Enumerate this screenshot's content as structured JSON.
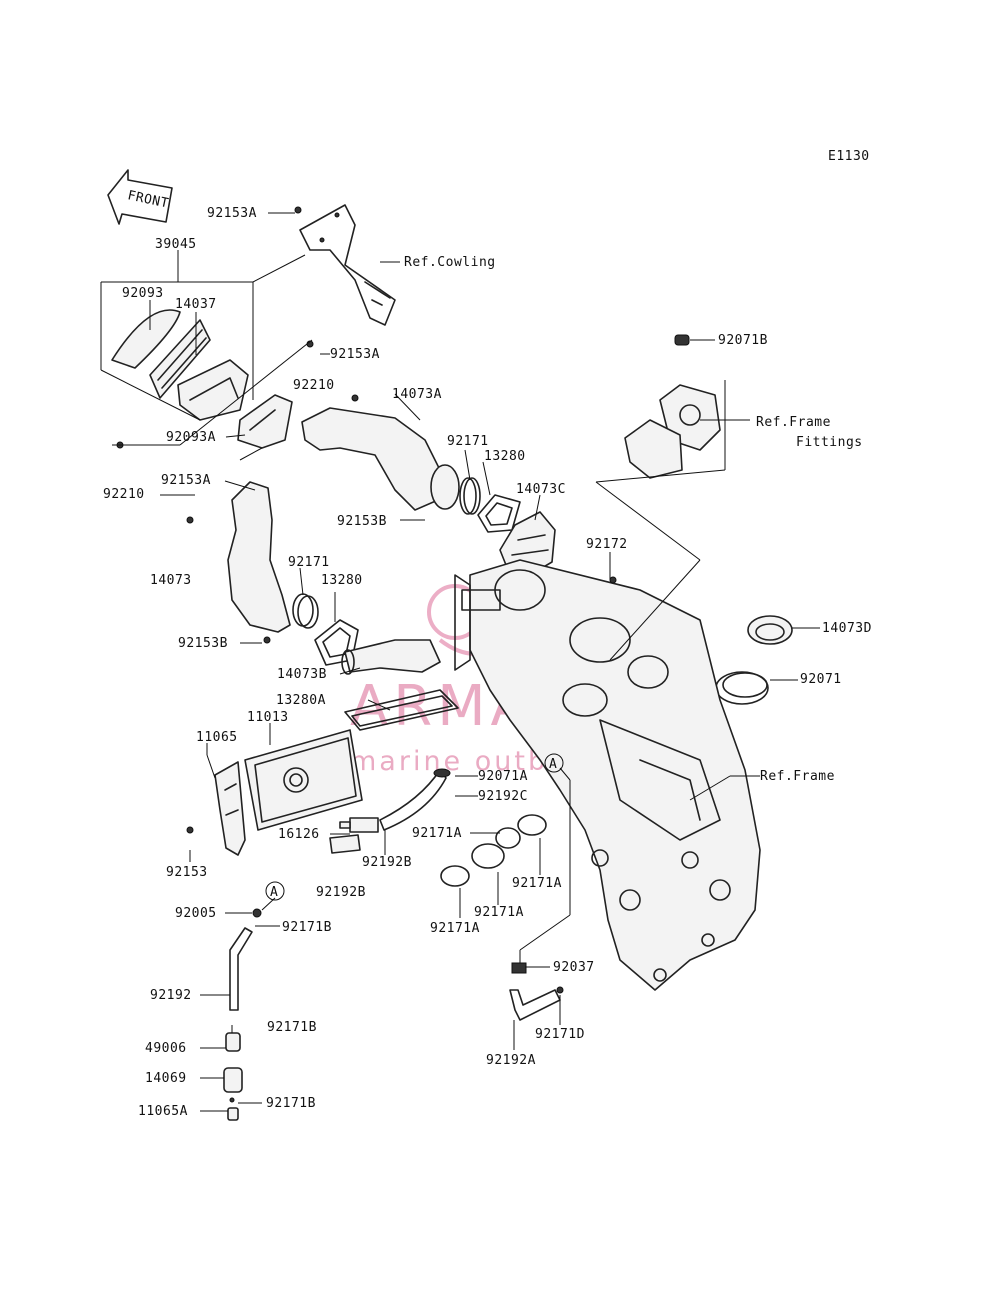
{
  "diagram_code": "E1130",
  "front_label": "FRONT",
  "watermark": {
    "brand": "ARMADA",
    "tagline": "marine outboards"
  },
  "circle_ref": "A",
  "labels": {
    "p92153A_top": "92153A",
    "ref_cowling": "Ref.Cowling",
    "p39045": "39045",
    "p92093": "92093",
    "p14037": "14037",
    "p92153A_mid": "92153A",
    "p92210_mid": "92210",
    "p14073A": "14073A",
    "p92093A": "92093A",
    "p92071B": "92071B",
    "ref_frame_fittings_1": "Ref.Frame",
    "ref_frame_fittings_2": "Fittings",
    "p92171_top": "92171",
    "p13280_top": "13280",
    "p14073C": "14073C",
    "p92210_left": "92210",
    "p92153A_left": "92153A",
    "p92153B_mid": "92153B",
    "p92172": "92172",
    "p14073": "14073",
    "p92171_mid": "92171",
    "p13280_mid": "13280",
    "p14073D": "14073D",
    "p92153B_low": "92153B",
    "p92071": "92071",
    "p14073B": "14073B",
    "p13280A": "13280A",
    "p11013": "11013",
    "p11065": "11065",
    "p92071A": "92071A",
    "ref_frame": "Ref.Frame",
    "p92192C": "92192C",
    "p92171A_1": "92171A",
    "p16126": "16126",
    "p92192B_1": "92192B",
    "p92171A_2": "92171A",
    "p92153": "92153",
    "p92192B_2": "92192B",
    "p92171A_3": "92171A",
    "p92171A_4": "92171A",
    "p92005": "92005",
    "p92171B_1": "92171B",
    "p92037": "92037",
    "p92192": "92192",
    "p92171D": "92171D",
    "p92171B_2": "92171B",
    "p92192A": "92192A",
    "p49006": "49006",
    "p14069": "14069",
    "p11065A": "11065A",
    "p92171B_3": "92171B"
  }
}
